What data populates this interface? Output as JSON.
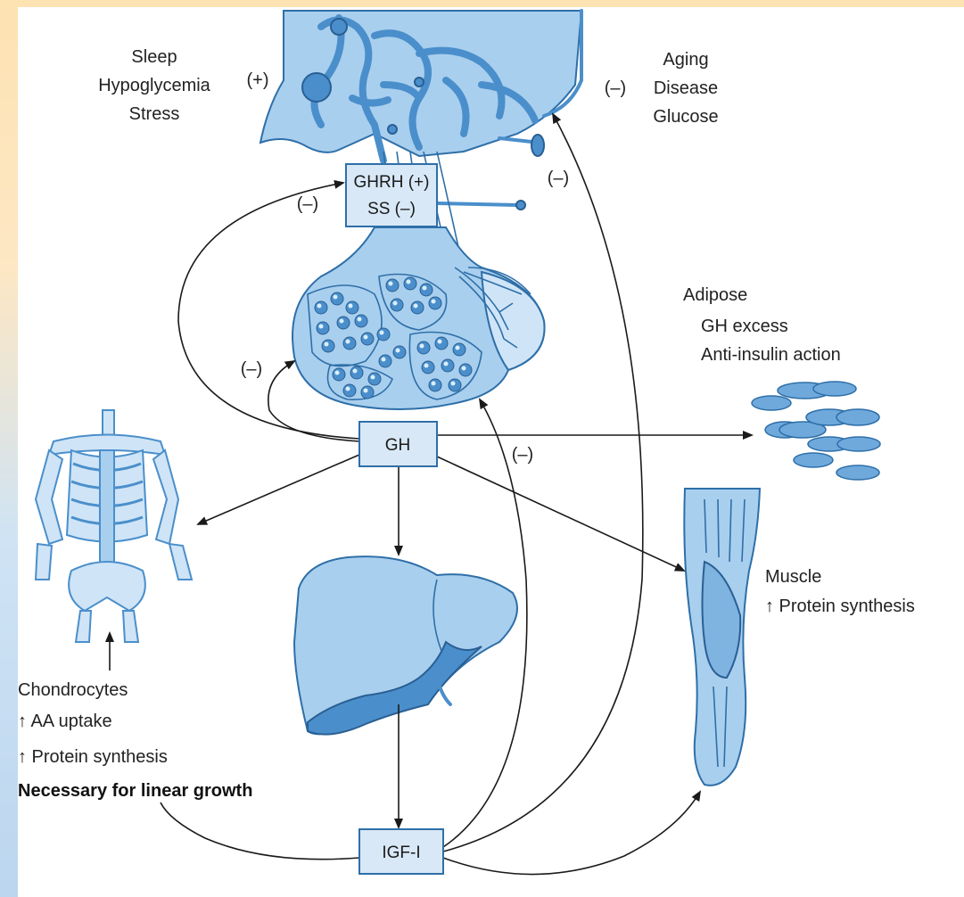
{
  "stimulators": {
    "lines": [
      "Sleep",
      "Hypoglycemia",
      "Stress"
    ],
    "sign": "(+)"
  },
  "inhibitors": {
    "lines": [
      "Aging",
      "Disease",
      "Glucose"
    ],
    "sign": "(–)"
  },
  "hypothalamus_box": {
    "line1": "GHRH (+)",
    "line2": "SS (–)"
  },
  "gh_box": {
    "label": "GH"
  },
  "igf_box": {
    "label": "IGF-I"
  },
  "feedback": {
    "gh_to_hypothalamus": "(–)",
    "gh_to_pituitary": "(–)",
    "igf_to_hypothalamus": "(–)",
    "igf_to_pituitary": "(–)"
  },
  "adipose": {
    "title": "Adipose",
    "line1": "GH excess",
    "line2": "Anti-insulin action"
  },
  "muscle": {
    "title": "Muscle",
    "line1": "↑ Protein synthesis"
  },
  "chondrocytes": {
    "title": "Chondrocytes",
    "line1": "↑ AA uptake",
    "line2": "↑ Protein synthesis",
    "line3": "Necessary for linear growth"
  },
  "colors": {
    "organ_fill": "#a9cfee",
    "organ_stroke": "#2e6fa8",
    "organ_dark": "#4a8fcb",
    "box_fill": "#d8e8f6"
  }
}
